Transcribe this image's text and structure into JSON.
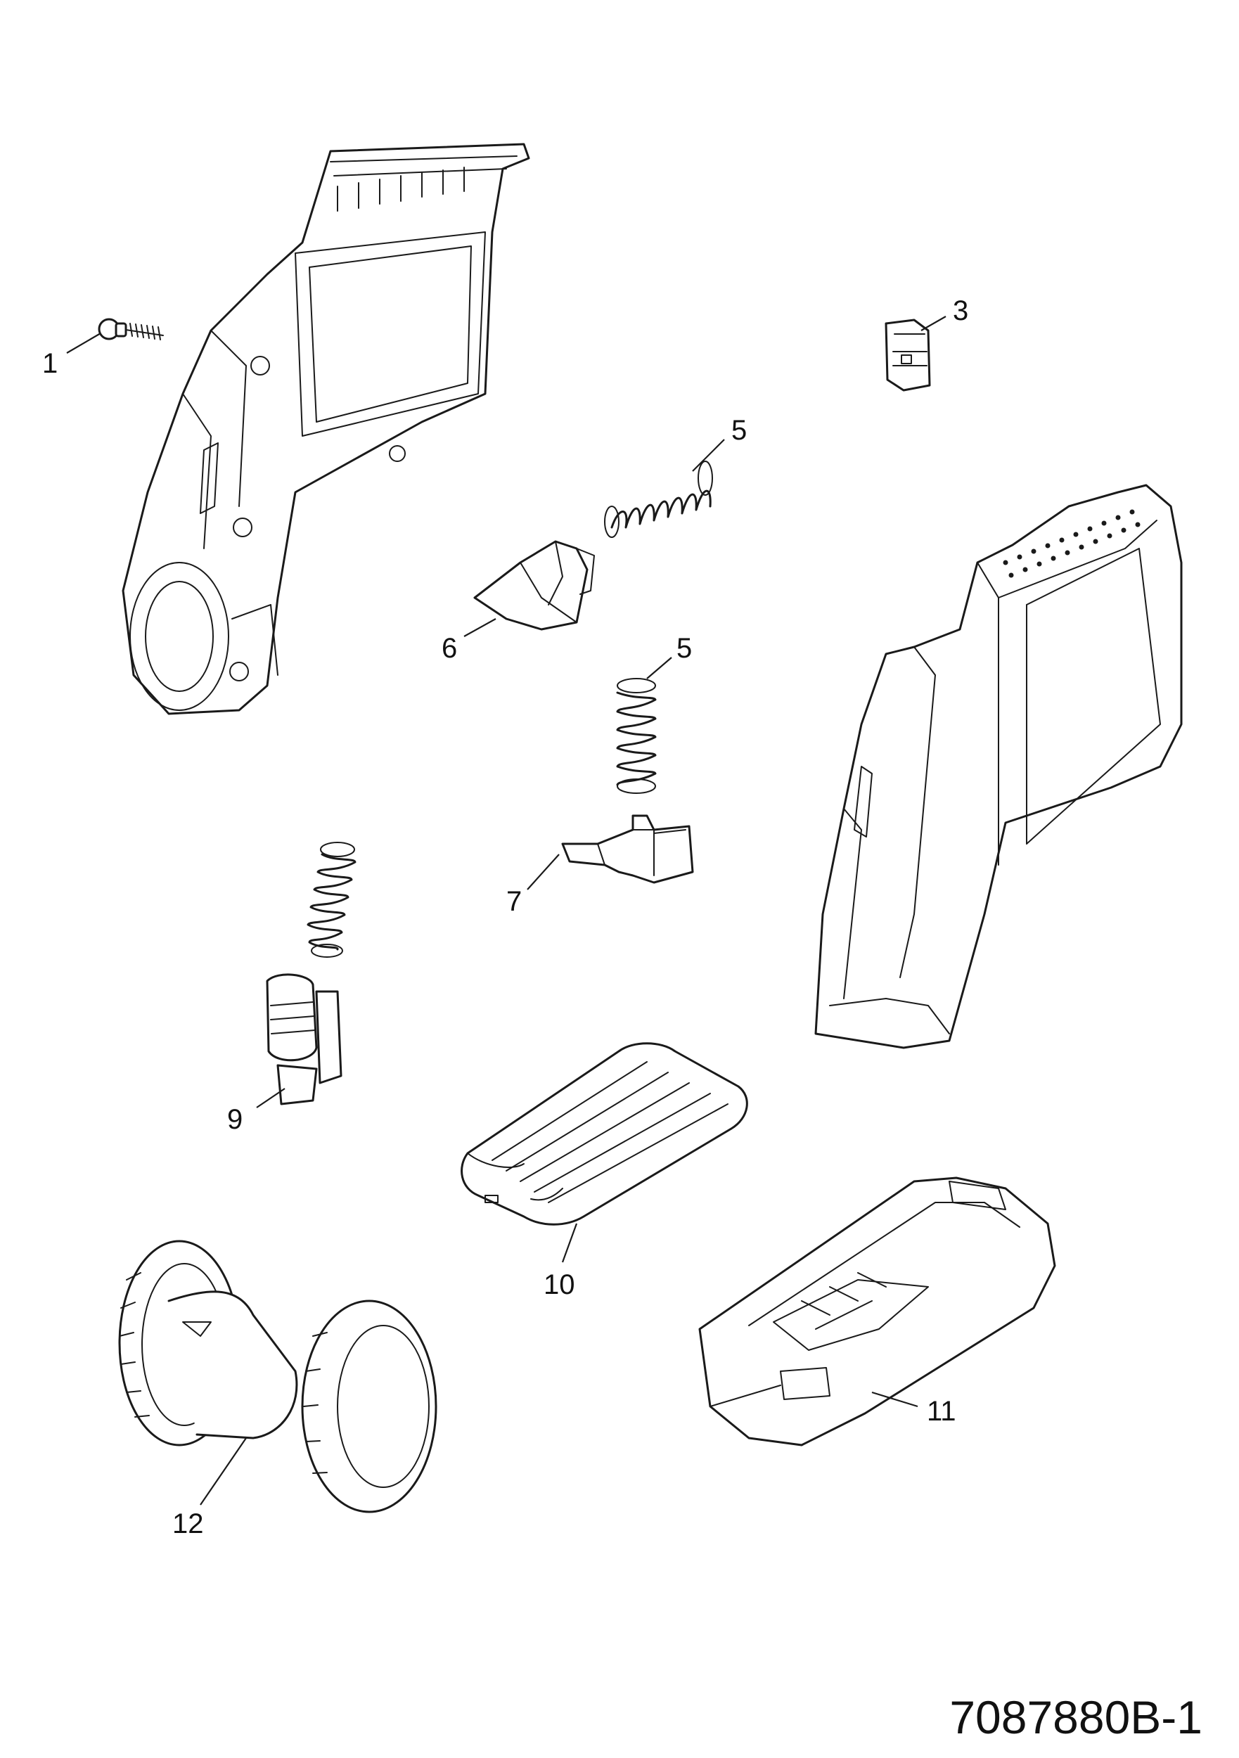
{
  "document_number": "7087880B-1",
  "callouts": [
    {
      "id": "1",
      "text": "1"
    },
    {
      "id": "3",
      "text": "3"
    },
    {
      "id": "5a",
      "text": "5"
    },
    {
      "id": "6",
      "text": "6"
    },
    {
      "id": "5b",
      "text": "5"
    },
    {
      "id": "7",
      "text": "7"
    },
    {
      "id": "9",
      "text": "9"
    },
    {
      "id": "10",
      "text": "10"
    },
    {
      "id": "11",
      "text": "11"
    },
    {
      "id": "12",
      "text": "12"
    }
  ]
}
